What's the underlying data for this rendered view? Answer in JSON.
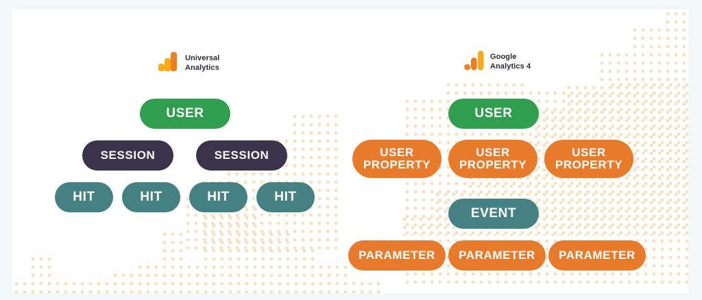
{
  "canvas": {
    "outer_background": "#f2f7f7",
    "card_background": "#ffffff",
    "dot_color": "#f3e3c4"
  },
  "palette": {
    "green": "#2f9e4f",
    "purple": "#3b3349",
    "teal": "#458182",
    "orange": "#e87b2b",
    "logo_orange": "#ef7d22",
    "logo_yellow": "#f8ab17",
    "logo_text": "#2b2b33"
  },
  "universal_analytics": {
    "logo": {
      "icon_name": "universal-analytics-logo",
      "title": "Universal\nAnalytics"
    },
    "levels": [
      {
        "name": "user",
        "nodes": [
          {
            "label": "USER",
            "color": "green"
          }
        ]
      },
      {
        "name": "session",
        "nodes": [
          {
            "label": "SESSION",
            "color": "purple"
          },
          {
            "label": "SESSION",
            "color": "purple"
          }
        ]
      },
      {
        "name": "hit",
        "nodes": [
          {
            "label": "HIT",
            "color": "teal"
          },
          {
            "label": "HIT",
            "color": "teal"
          },
          {
            "label": "HIT",
            "color": "teal"
          },
          {
            "label": "HIT",
            "color": "teal"
          }
        ]
      }
    ]
  },
  "google_analytics_4": {
    "logo": {
      "icon_name": "google-analytics-4-logo",
      "title": "Google\nAnalytics 4"
    },
    "levels": [
      {
        "name": "user",
        "nodes": [
          {
            "label": "USER",
            "color": "green"
          }
        ]
      },
      {
        "name": "user-property",
        "nodes": [
          {
            "label": "USER\nPROPERTY",
            "color": "orange"
          },
          {
            "label": "USER\nPROPERTY",
            "color": "orange"
          },
          {
            "label": "USER\nPROPERTY",
            "color": "orange"
          }
        ]
      },
      {
        "name": "event",
        "nodes": [
          {
            "label": "EVENT",
            "color": "teal"
          }
        ]
      },
      {
        "name": "parameter",
        "nodes": [
          {
            "label": "PARAMETER",
            "color": "orange"
          },
          {
            "label": "PARAMETER",
            "color": "orange"
          },
          {
            "label": "PARAMETER",
            "color": "orange"
          }
        ]
      }
    ]
  }
}
